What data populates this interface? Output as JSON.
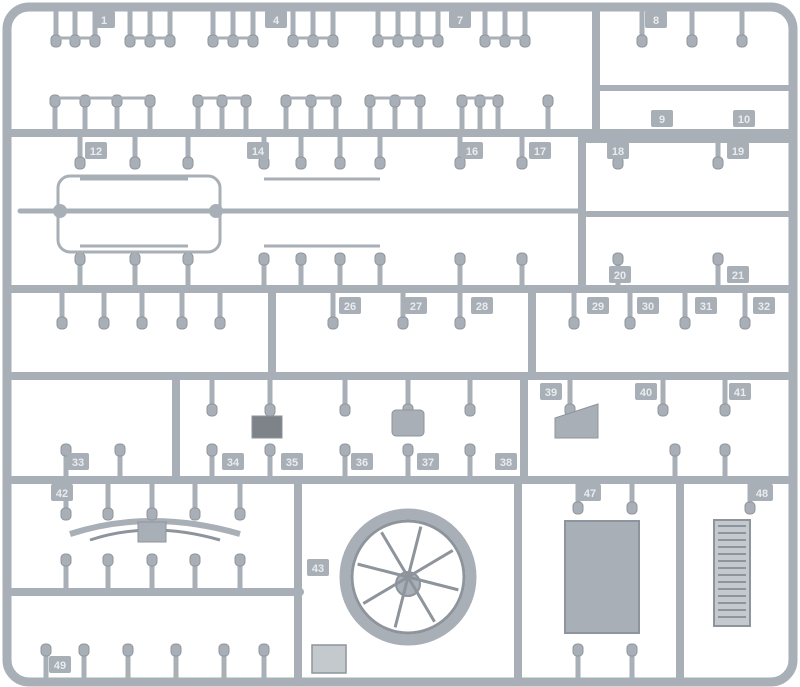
{
  "colors": {
    "plastic": "#a9afb6",
    "plastic_dark": "#8e949b",
    "plastic_light": "#c4c9ce",
    "label_text": "#e9ecef",
    "background": "#ffffff"
  },
  "part_numbers": [
    "1",
    "4",
    "7",
    "8",
    "9",
    "10",
    "12",
    "14",
    "16",
    "17",
    "18",
    "19",
    "20",
    "21",
    "26",
    "27",
    "28",
    "29",
    "30",
    "31",
    "32",
    "33",
    "34",
    "35",
    "36",
    "37",
    "38",
    "39",
    "40",
    "41",
    "42",
    "43",
    "47",
    "48",
    "49"
  ]
}
